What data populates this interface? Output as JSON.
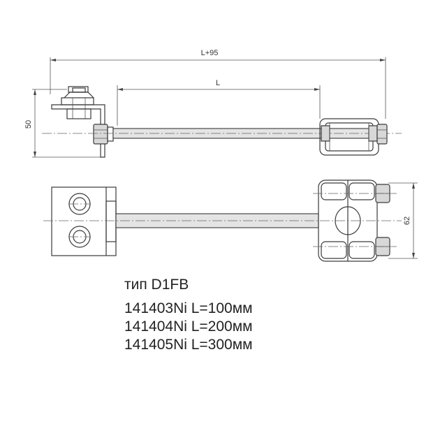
{
  "dimensions": {
    "overall_length": "L+95",
    "length": "L",
    "height": "50",
    "width": "62"
  },
  "caption": {
    "type_line": "тип  D1FB",
    "rows": [
      "141403Ni  L=100мм",
      "141404Ni  L=200мм",
      "141405Ni  L=300мм"
    ]
  }
}
